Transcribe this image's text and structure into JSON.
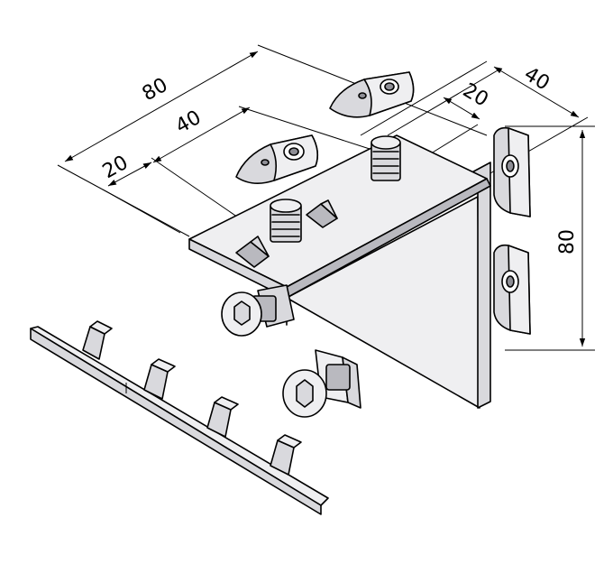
{
  "dimensions": {
    "top_overall": "80",
    "top_middle": "40",
    "top_left": "20",
    "right_top_outer": "40",
    "right_top_inner": "20",
    "right_side_height": "80"
  }
}
